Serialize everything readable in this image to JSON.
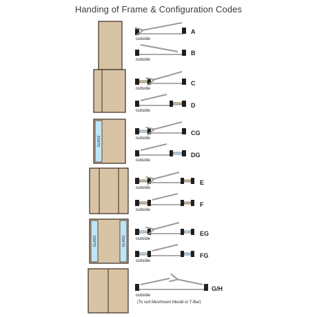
{
  "title": "Handing of Frame & Configuration Codes",
  "outside_label": "outside",
  "glass_label": "GLASS",
  "colors": {
    "door": "#d8c3a5",
    "frame": "#3a2a1f",
    "glass": "#bfe6f7",
    "leaf_line": "#9a9a9a",
    "block": "#231f20"
  },
  "configurations": [
    {
      "code": "A",
      "group": "single",
      "swing": "left-hinge",
      "glass": false
    },
    {
      "code": "B",
      "group": "single",
      "swing": "right-hinge",
      "glass": false
    },
    {
      "code": "C",
      "group": "single-with-side",
      "swing": "left-hinge",
      "glass": false
    },
    {
      "code": "D",
      "group": "single-with-side",
      "swing": "right-hinge",
      "glass": false
    },
    {
      "code": "CG",
      "group": "single-with-glass-side",
      "swing": "left-hinge",
      "glass": true
    },
    {
      "code": "DG",
      "group": "single-with-glass-side",
      "swing": "right-hinge",
      "glass": true
    },
    {
      "code": "E",
      "group": "single-with-two-sides",
      "swing": "left-hinge",
      "glass": false
    },
    {
      "code": "F",
      "group": "single-with-two-sides",
      "swing": "right-hinge",
      "glass": false
    },
    {
      "code": "EG",
      "group": "single-with-two-glass-sides",
      "swing": "left-hinge",
      "glass": true
    },
    {
      "code": "FG",
      "group": "single-with-two-glass-sides",
      "swing": "right-hinge",
      "glass": true
    },
    {
      "code": "G/H",
      "group": "double",
      "swing": "double",
      "glass": false
    }
  ],
  "double_note": "(To suit Mushroom Mould or T-Bar)"
}
